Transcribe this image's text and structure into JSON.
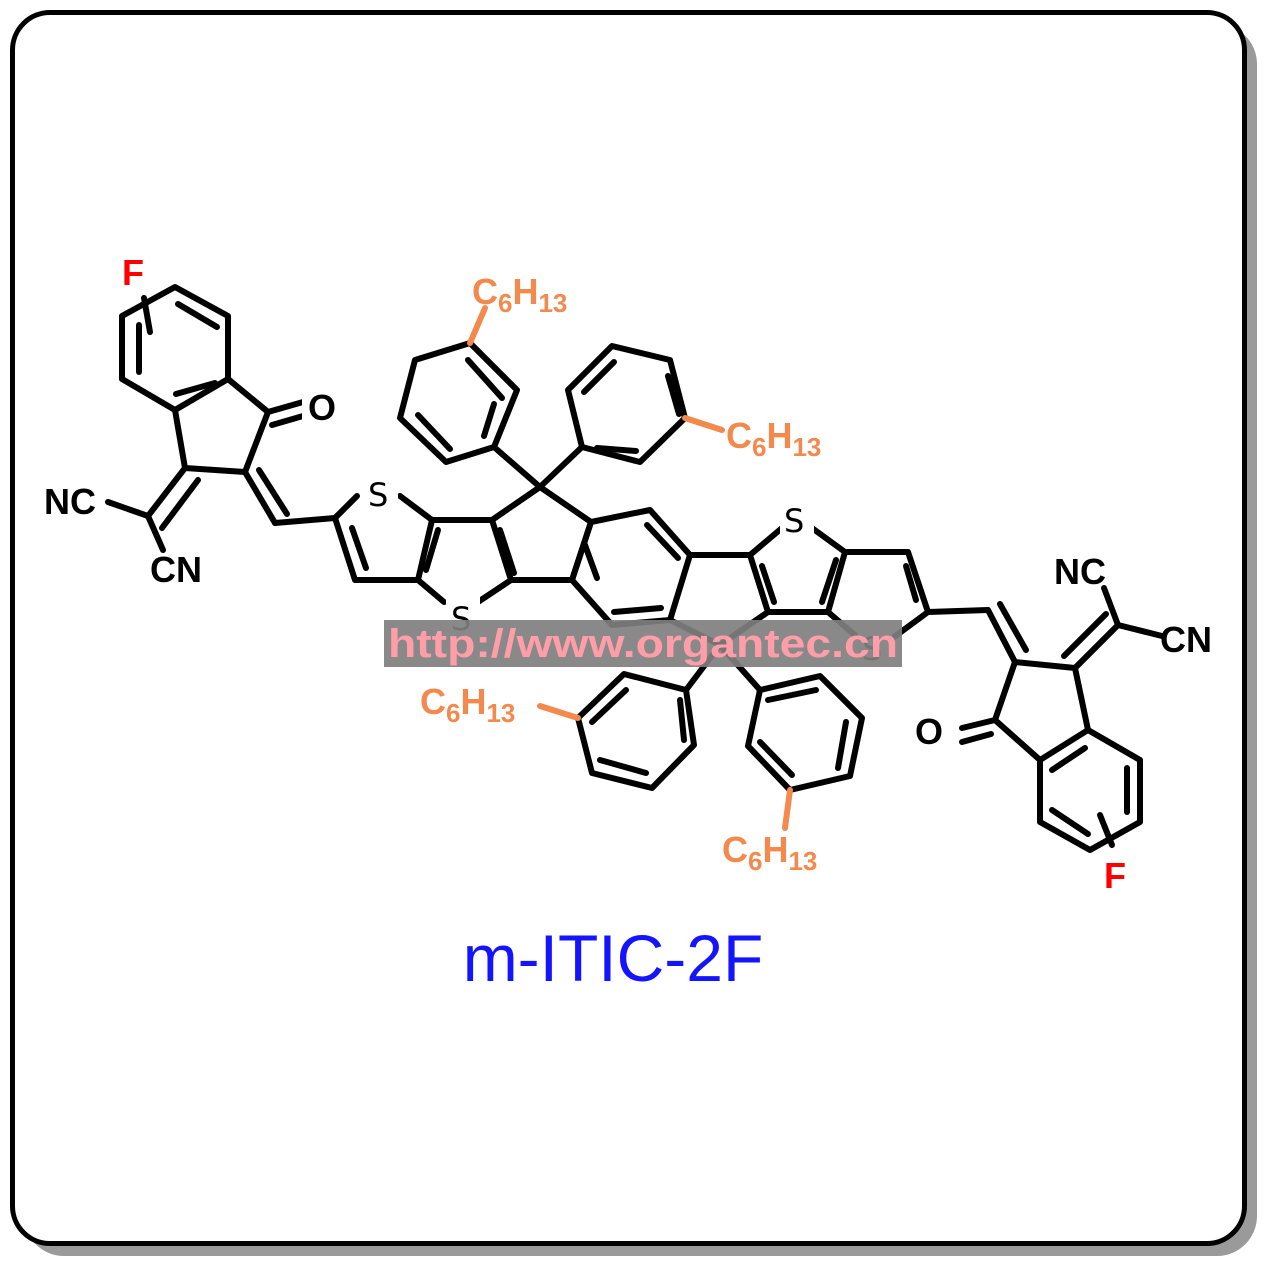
{
  "molecule": {
    "name": "m-ITIC-2F"
  },
  "atoms": {
    "fluorine": "F",
    "oxygen": "O",
    "sulfur": "S",
    "nitrile_left": "NC",
    "nitrile_right": "CN"
  },
  "substituent": {
    "carbon": "C",
    "carbon_count": "6",
    "hydrogen": "H",
    "hydrogen_count": "13"
  },
  "watermark": {
    "text": "http://www.organtec.cn"
  },
  "colors": {
    "bond": "#000000",
    "alkyl_chain": "#f4894e",
    "fluorine": "#ff0000",
    "caption": "#1414ff",
    "watermark_bar": "#7f7f7f",
    "watermark_text": "#ff9ea8"
  }
}
